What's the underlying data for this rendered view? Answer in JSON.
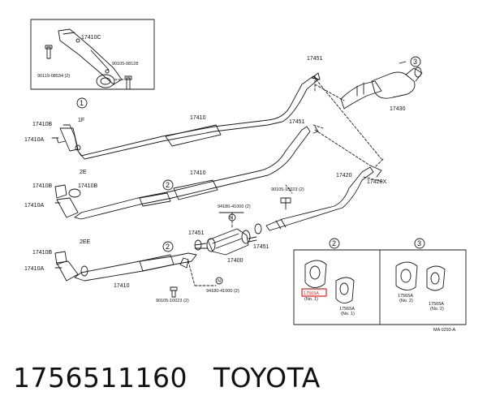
{
  "labels": {
    "p17410C": "17410C",
    "p90119": "90119-08534 (2)",
    "p90105_08128": "90105-08128",
    "c1_top": "1",
    "p17451_top": "17451",
    "c3_top": "3",
    "p17430": "17430",
    "p17410B_1": "17410B",
    "sec_1F": "1F",
    "p17410_1": "17410",
    "p17410A_1": "17410A",
    "p17451_mid": "17451",
    "sec_2E": "2E",
    "p17410_2": "17410",
    "p17410B_2a": "17410B",
    "p17410B_2b": "17410B",
    "c2_mid": "2",
    "p17410A_2": "17410A",
    "p90105_10023_a": "90105-10023 (2)",
    "p17420": "17420",
    "p17420X": "17420X",
    "p94180_a": "94180-41000 (2)",
    "sec_2EE": "2EE",
    "p17410B_3": "17410B",
    "c2_low": "2",
    "p17451_low_a": "17451",
    "p17451_low_b": "17451",
    "p17410A_3": "17410A",
    "p17400": "17400",
    "p17410_3": "17410",
    "p90105_10023_b": "90105-10023 (2)",
    "p94180_b": "94180-41000 (2)",
    "box_c2": "2",
    "box_c3": "3",
    "p17565A_hl": "17565A",
    "no1_a": "(No. 1)",
    "p17565A_1": "17565A",
    "no1_b": "(No. 1)",
    "p17565A_2": "17565A",
    "no2_a": "(No. 2)",
    "p17565A_3": "17565A",
    "no2_b": "(No. 2)",
    "ref": "MA 0293-A",
    "letter_n1": "N",
    "letter_n2": "N"
  },
  "caption": {
    "part_number": "1756511160",
    "brand": "TOYOTA"
  },
  "colors": {
    "line": "#1a1a1a",
    "highlight": "#e0231c"
  }
}
